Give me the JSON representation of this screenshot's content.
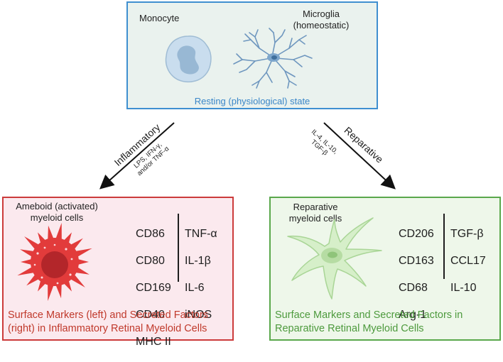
{
  "top": {
    "monocyte": "Monocyte",
    "microglia_line1": "Microglia",
    "microglia_line2": "(homeostatic)",
    "state": "Resting (physiological) state"
  },
  "left_arrow": {
    "label": "Inflammatory",
    "stim_line1": "LPS, IFN-γ,",
    "stim_line2": "and/or TNF-α"
  },
  "right_arrow": {
    "label": "Reparative",
    "stim_line1": "IL-4, IL-10,",
    "stim_line2": "TGF-β"
  },
  "inflammatory": {
    "title_line1": "Ameboid (activated)",
    "title_line2": "myeloid cells",
    "surface_markers": [
      "CD86",
      "CD80",
      "CD169",
      "CD40",
      "MHC II"
    ],
    "secreted_factors": [
      "TNF-α",
      "IL-1β",
      "IL-6",
      "iNOS"
    ],
    "caption_line1": "Surface Markers (left) and Secreted Factors",
    "caption_line2": "(right) in Inflammatory Retinal Myeloid Cells"
  },
  "reparative": {
    "title_line1": "Reparative",
    "title_line2": "myeloid cells",
    "surface_markers": [
      "CD206",
      "CD163",
      "CD68",
      "Arg-1"
    ],
    "secreted_factors": [
      "TGF-β",
      "CCL17",
      "IL-10"
    ],
    "caption_line1": "Surface Markers and Secreted Factors in",
    "caption_line2": "Reparative Retinal Myeloid Cells"
  }
}
